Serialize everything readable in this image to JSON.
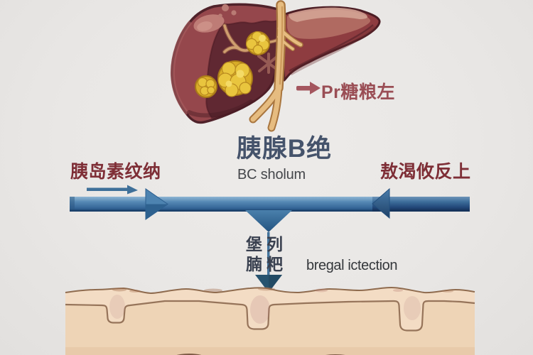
{
  "liver_diagram": {
    "caption": "胰腺B绝",
    "caption_color": "#45536b",
    "annotation_text": "Pr糖粮左",
    "annotation_color": "#9a4e55",
    "colors": {
      "lobe_rim": "#95474c",
      "lobe_interior": "#602832",
      "right_lobe": "#8e3c40",
      "duct": "#e9c188",
      "nodule": "#e9c53e"
    }
  },
  "flow": {
    "left_label": "胰岛素纹纳",
    "right_label": "敖渴攸反上",
    "center_label": "BC sholum",
    "label_color": "#7e2e36",
    "center_color": "#45474b",
    "band_color": "#4c82b0"
  },
  "injection": {
    "line1": "堡列",
    "line2": "腩粑",
    "caption": "bregal ictection",
    "word_color": "#3a4150",
    "caption_color": "#34373b"
  },
  "skin": {
    "base_color": "#f0d6bb",
    "line_color": "#9a7454"
  }
}
